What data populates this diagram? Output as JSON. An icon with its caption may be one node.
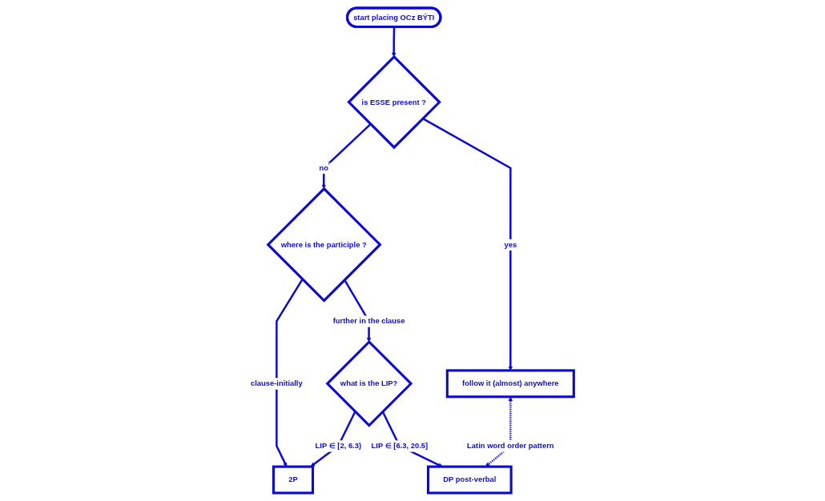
{
  "diagram": {
    "nodes": [
      {
        "text": [
          "start placing OCz BÝTI"
        ]
      },
      {
        "text": [
          "is ESSE present ?"
        ]
      },
      {
        "text": [
          "where is the participle ?"
        ]
      },
      {
        "text": [
          "follow it (almost) anywhere"
        ]
      },
      {
        "text": [
          "2P"
        ]
      },
      {
        "text": [
          "what is the LIP?"
        ]
      },
      {
        "text": [
          "DP post-verbal"
        ]
      }
    ],
    "edges": [
      {
        "from": 0,
        "to": 1,
        "arrow": "to"
      },
      {
        "from": 1,
        "to": 2,
        "arrow": "to",
        "label": "no"
      },
      {
        "from": 1,
        "to": 3,
        "arrow": "to",
        "label": "yes"
      },
      {
        "from": 2,
        "to": 4,
        "arrow": "to",
        "label": "clause-initially"
      },
      {
        "from": 2,
        "to": 5,
        "arrow": "to",
        "label": "further in the clause"
      },
      {
        "from": 5,
        "to": 4,
        "arrow": "to",
        "label": "LIP ∈ [2, 6.3)"
      },
      {
        "from": 5,
        "to": 6,
        "arrow": "to",
        "label": "LIP ∈ [6.3, 20.5]"
      },
      {
        "from": 3,
        "to": 6,
        "arrow": "both",
        "style": "dashed",
        "label": "Latin word order pattern"
      }
    ]
  }
}
